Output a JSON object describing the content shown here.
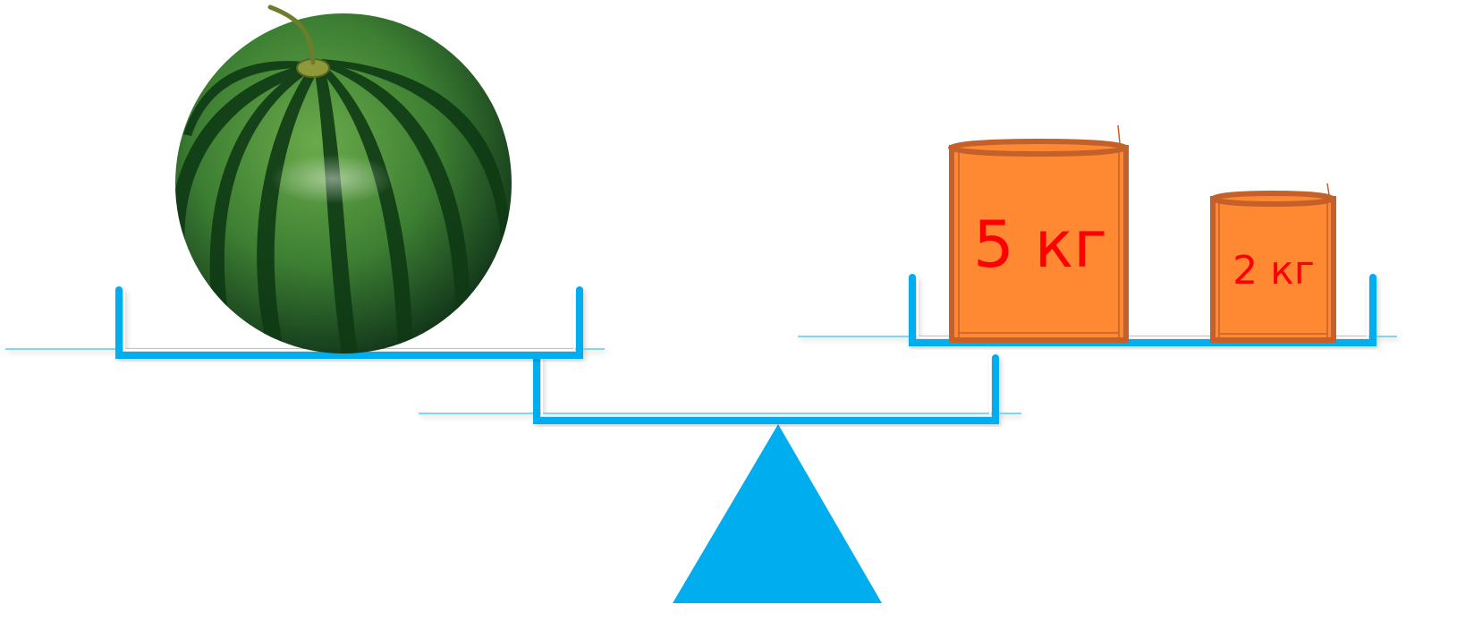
{
  "weights": [
    {
      "label": "5 кг",
      "value": 5,
      "unit": "кг"
    },
    {
      "label": "2 кг",
      "value": 2,
      "unit": "кг"
    }
  ],
  "colors": {
    "scale_blue": "#00AEEF",
    "scale_blue_light": "#7FD6F7",
    "weight_fill": "#FF8833",
    "weight_outline": "#C4612A",
    "label_red": "#FF0000",
    "melon_dark": "#0F3A14",
    "melon_light": "#5E9E3E",
    "melon_base": "#2F6E2A"
  },
  "icons": [
    "watermelon-icon",
    "balance-scale-icon",
    "weight-icon"
  ]
}
